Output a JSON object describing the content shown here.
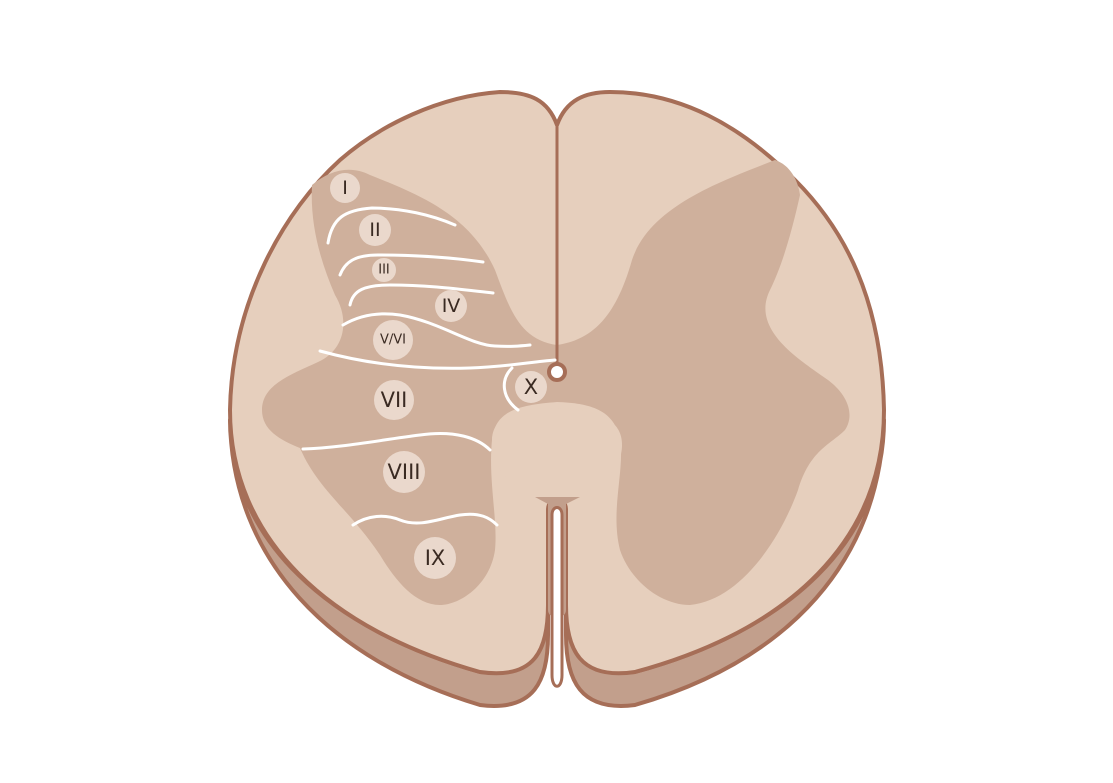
{
  "colors": {
    "outline": "#a66e57",
    "white_matter": "#e6cfbd",
    "gray_matter": "#cfb09c",
    "side_wall": "#c29f8c",
    "lamina_line": "#ffffff",
    "label_circle": "#ead8cc",
    "label_text": "#3a2a22"
  },
  "laminae": [
    {
      "id": "I",
      "label": "I"
    },
    {
      "id": "II",
      "label": "II"
    },
    {
      "id": "III",
      "label": "III"
    },
    {
      "id": "IV",
      "label": "IV"
    },
    {
      "id": "V-VI",
      "label": "V/VI"
    },
    {
      "id": "VII",
      "label": "VII"
    },
    {
      "id": "X",
      "label": "X"
    },
    {
      "id": "VIII",
      "label": "VIII"
    },
    {
      "id": "IX",
      "label": "IX"
    }
  ]
}
